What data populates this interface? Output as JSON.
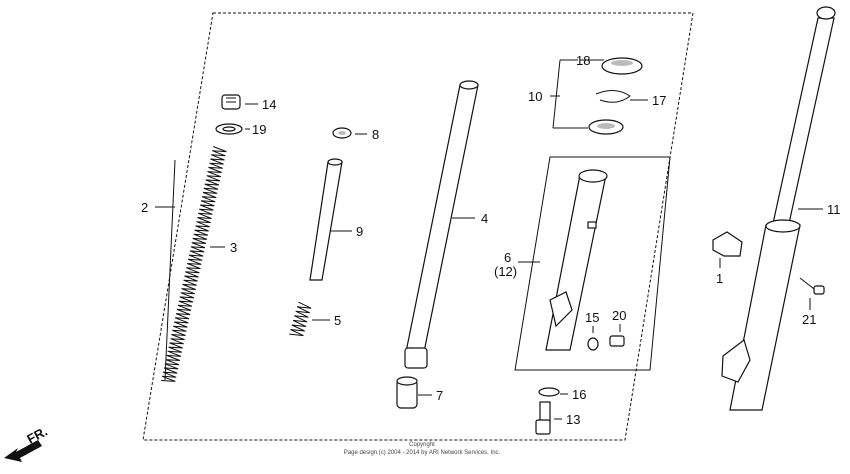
{
  "diagram": {
    "callouts": {
      "p1": "1",
      "p2": "2",
      "p3": "3",
      "p4": "4",
      "p5": "5",
      "p6": "6",
      "p6b": "(12)",
      "p7": "7",
      "p8": "8",
      "p9": "9",
      "p10": "10",
      "p11": "11",
      "p13": "13",
      "p14": "14",
      "p15": "15",
      "p16": "16",
      "p17": "17",
      "p18": "18",
      "p19": "19",
      "p20": "20",
      "p21": "21"
    },
    "direction_label": "FR.",
    "copyright_line1": "Copyright",
    "copyright_line2": "Page design (c) 2004 - 2014 by ARI Network Services, Inc."
  }
}
